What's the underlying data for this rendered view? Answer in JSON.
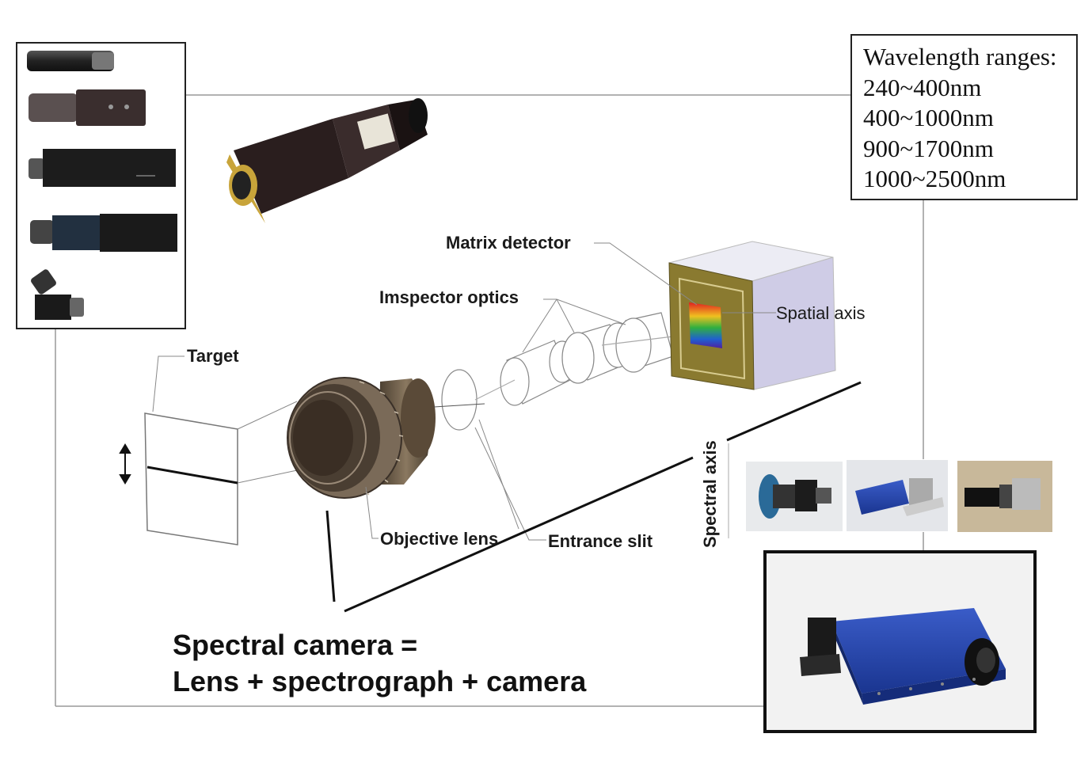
{
  "wavelength_box": {
    "heading": "Wavelength ranges:",
    "ranges": [
      "240~400nm",
      "400~1000nm",
      "900~1700nm",
      "1000~2500nm"
    ]
  },
  "labels": {
    "matrix_detector": "Matrix detector",
    "imspector_optics": "Imspector optics",
    "spatial_axis": "Spatial axis",
    "target": "Target",
    "spectral_axis": "Spectral axis",
    "objective_lens": "Objective lens",
    "entrance_slit": "Entrance slit"
  },
  "formula": {
    "line1": "Spectral camera =",
    "line2": "Lens + spectrograph + camera"
  },
  "colors": {
    "detector_face": "#8a7a30",
    "detector_side": "#cfcce6",
    "lens_body": "#6a5a45",
    "camera_blue": "#2244a8"
  }
}
